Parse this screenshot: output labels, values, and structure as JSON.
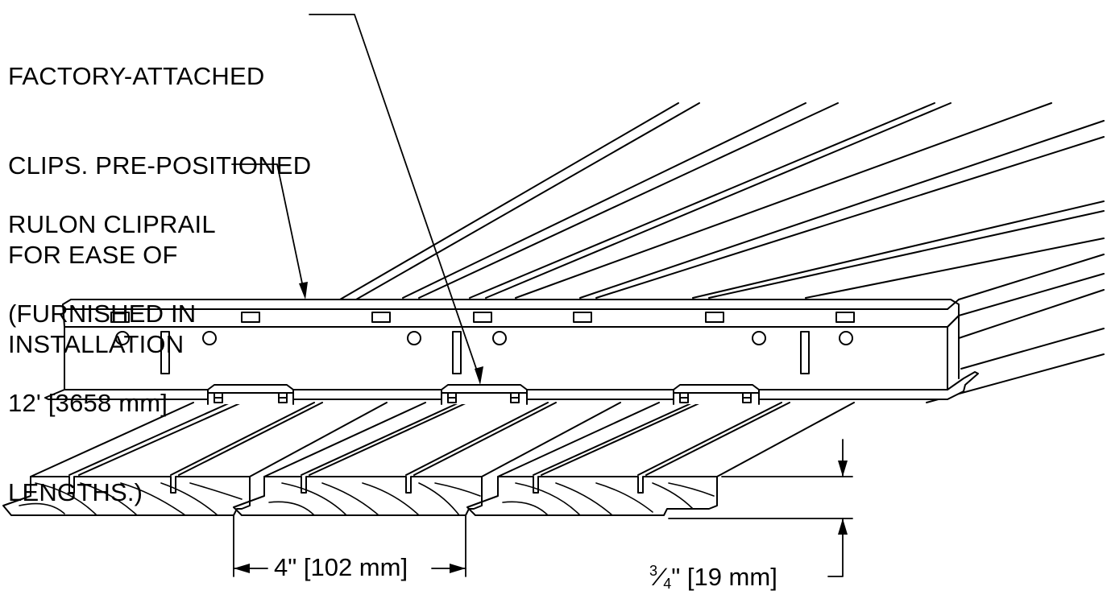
{
  "labels": {
    "clips_lines": [
      "FACTORY-ATTACHED",
      "CLIPS. PRE-POSITIONED",
      "FOR EASE OF",
      "INSTALLATION"
    ],
    "cliprail_lines": [
      "RULON CLIPRAIL",
      "(FURNISHED IN",
      "12' [3658 mm]",
      "LENGTHS.)"
    ]
  },
  "dimensions": {
    "width": "4\" [102 mm]",
    "thickness_num": "3",
    "thickness_den": "4",
    "thickness_rest": "\" [19 mm]"
  }
}
